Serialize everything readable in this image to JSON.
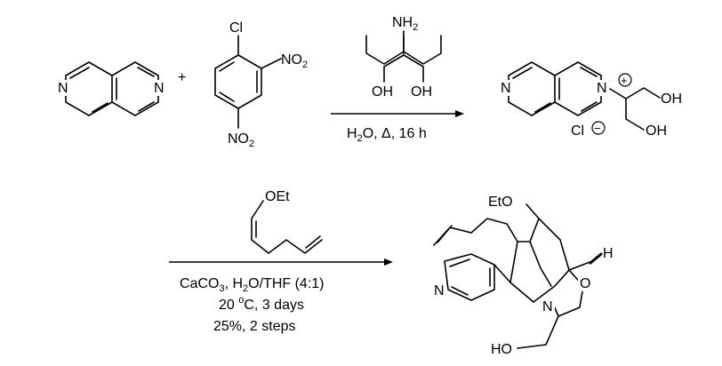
{
  "step1": {
    "reactant1_labels": {
      "n_left": "N",
      "n_right": "N"
    },
    "plus": "+",
    "reactant2_labels": {
      "cl": "Cl",
      "no2_top": "NO",
      "no2_top_sub": "2",
      "no2_bottom": "NO",
      "no2_bottom_sub": "2"
    },
    "amine_labels": {
      "nh": "NH",
      "nh_sub": "2",
      "oh_left": "OH",
      "oh_right": "OH"
    },
    "conditions": {
      "h2o_h": "H",
      "h2o_sub": "2",
      "h2o_o": "O, Δ, 16 h"
    },
    "product_labels": {
      "n_left": "N",
      "n_plus": "N",
      "plus_sign": "+",
      "cl": "Cl",
      "minus_sign": "−",
      "oh_top": "OH",
      "oh_bottom": "OH"
    }
  },
  "step2": {
    "reagent_label": "OEt",
    "conditions": {
      "line1_a": "CaCO",
      "line1_sub1": "3",
      "line1_b": ", H",
      "line1_sub2": "2",
      "line1_c": "O/THF (4:1)",
      "line2_a": "20 ",
      "line2_sup": "o",
      "line2_b": "C, 3 days",
      "line3": "25%, 2 steps"
    },
    "product_labels": {
      "eto": "EtO",
      "h": "H",
      "n_pyr": "N",
      "n_amine": "N",
      "o": "O",
      "ho": "HO"
    }
  }
}
